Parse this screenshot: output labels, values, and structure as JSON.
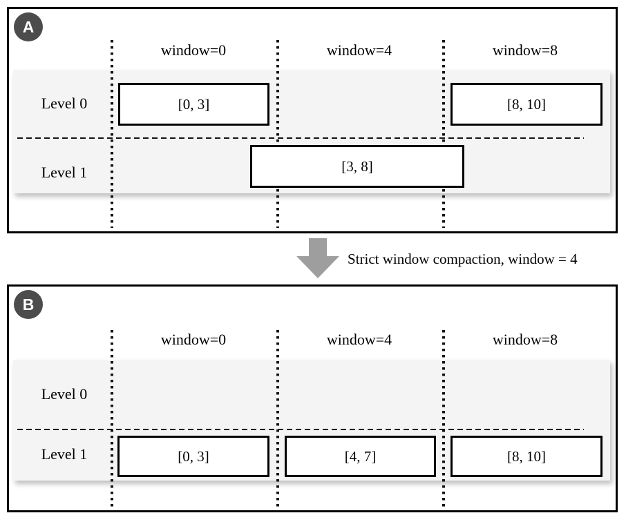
{
  "panels": [
    {
      "badge": "A",
      "columns": [
        "window=0",
        "window=4",
        "window=8"
      ],
      "levels": [
        "Level 0",
        "Level 1"
      ],
      "boxes": [
        {
          "level": "Level 0",
          "label": "[0, 3]"
        },
        {
          "level": "Level 0",
          "label": "[8, 10]"
        },
        {
          "level": "Level 1",
          "label": "[3, 8]"
        }
      ]
    },
    {
      "badge": "B",
      "columns": [
        "window=0",
        "window=4",
        "window=8"
      ],
      "levels": [
        "Level 0",
        "Level 1"
      ],
      "boxes": [
        {
          "level": "Level 1",
          "label": "[0, 3]"
        },
        {
          "level": "Level 1",
          "label": "[4, 7]"
        },
        {
          "level": "Level 1",
          "label": "[8, 10]"
        }
      ]
    }
  ],
  "transition": {
    "caption": "Strict window compaction, window = 4",
    "arrow_icon": "down-arrow-icon"
  },
  "colors": {
    "badge_bg": "#4c4c4c",
    "badge_text": "#ffffff",
    "row_band": "#f4f4f4",
    "arrow": "#9e9e9e",
    "line": "#000000"
  }
}
